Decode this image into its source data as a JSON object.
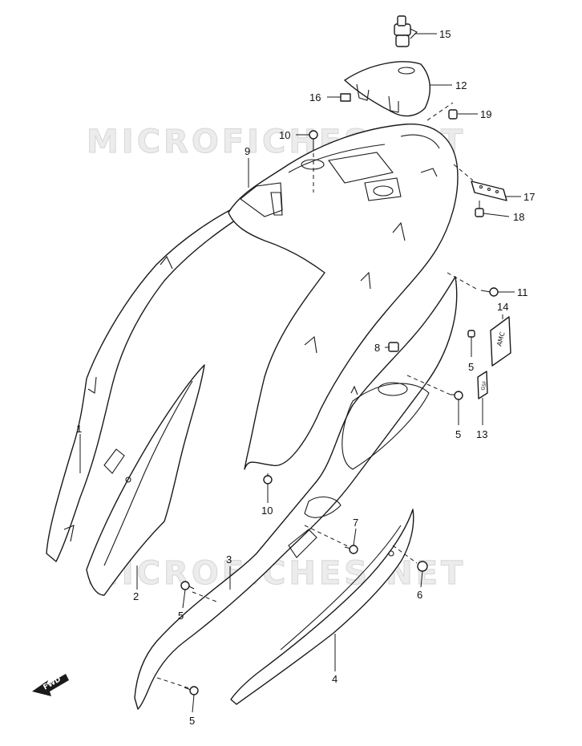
{
  "watermark": "MICROFICHES.NET",
  "fwd_label": "FWD",
  "emblem_large_text": "AMC",
  "emblem_small_text": "GSF",
  "callouts": {
    "c1": "1",
    "c2": "2",
    "c3": "3",
    "c4": "4",
    "c5a": "5",
    "c5b": "5",
    "c5c": "5",
    "c5d": "5",
    "c6": "6",
    "c7": "7",
    "c8": "8",
    "c9": "9",
    "c10a": "10",
    "c10b": "10",
    "c11": "11",
    "c12": "12",
    "c13": "13",
    "c14": "14",
    "c15": "15",
    "c16": "16",
    "c17": "17",
    "c18": "18",
    "c19": "19"
  },
  "colors": {
    "line": "#1a1a1a",
    "watermark_fill": "#ececec",
    "background": "#ffffff"
  }
}
